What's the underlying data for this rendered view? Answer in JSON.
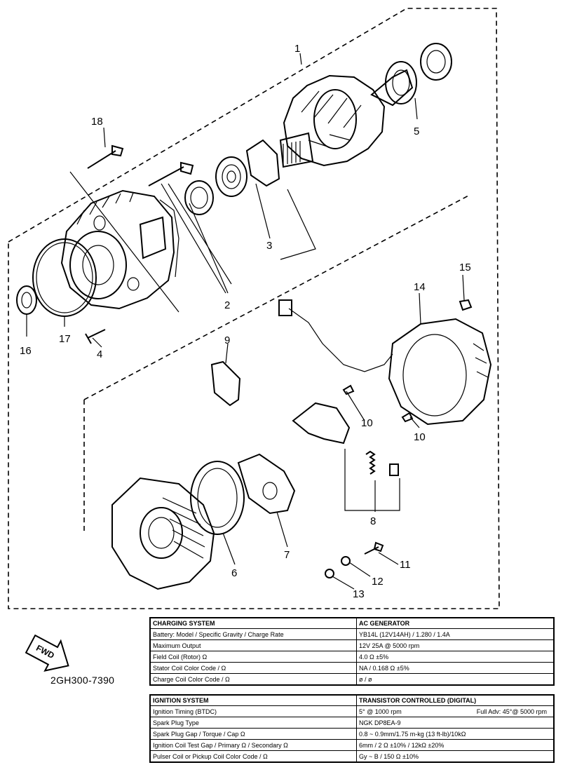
{
  "diagram": {
    "callouts": [
      "1",
      "2",
      "3",
      "4",
      "5",
      "6",
      "7",
      "8",
      "9",
      "10",
      "10",
      "11",
      "12",
      "13",
      "14",
      "15",
      "16",
      "17",
      "18"
    ],
    "arrow_label": "FWD",
    "part_code": "2GH300-7390"
  },
  "charging": {
    "header": "Charging System",
    "header_value": "AC Generator",
    "rows": [
      {
        "label": "Battery: Model / Specific Gravity / Charge Rate",
        "value": "YB14L (12V14AH) / 1.280 / 1.4A"
      },
      {
        "label": "Maximum Output",
        "value": "12V 25A @ 5000 rpm"
      },
      {
        "label": "Field Coil (Rotor) Ω",
        "value": "4.0 Ω ±5%"
      },
      {
        "label": "Stator Coil Color Code / Ω",
        "value": "NA / 0.168 Ω ±5%"
      },
      {
        "label": "Charge Coil Color Code / Ω",
        "value": "ø / ø"
      }
    ]
  },
  "ignition": {
    "header": "Ignition System",
    "header_value": "Transistor Controlled (Digital)",
    "rows": [
      {
        "label": "Ignition Timing (BTDC)",
        "value": "5° @ 1000 rpm",
        "value_extra": "Full Adv: 45°@ 5000 rpm"
      },
      {
        "label": "Spark Plug Type",
        "value": "NGK DP8EA-9"
      },
      {
        "label": "Spark Plug Gap / Torque / Cap Ω",
        "value": "0.8 ~ 0.9mm/1.75 m-kg (13 ft-lb)/10kΩ"
      },
      {
        "label": "Ignition Coil Test Gap / Primary Ω / Secondary Ω",
        "value": "6mm / 2 Ω ±10% / 12kΩ ±20%"
      },
      {
        "label": "Pulser Coil or Pickup Coil Color Code / Ω",
        "value": "Gy ~ B / 150 Ω ±10%"
      }
    ]
  }
}
